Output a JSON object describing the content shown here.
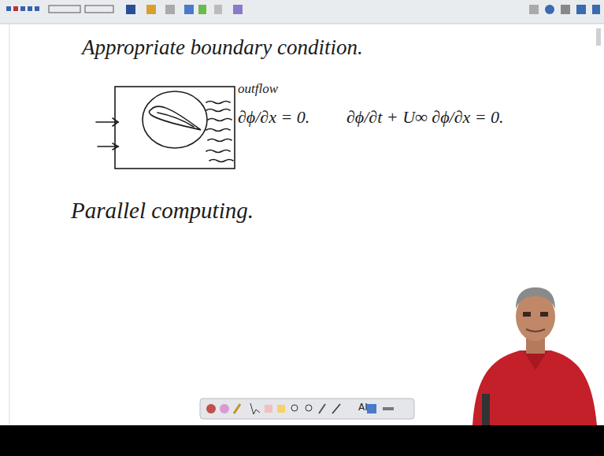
{
  "diagram": {
    "title": "Appropriate boundary condition.",
    "labels": [
      "outflow",
      "∂ϕ/∂x = 0.",
      "∂ϕ/∂t + U∞ ∂ϕ/∂x = 0.",
      "Parallel computing.",
      "AI"
    ]
  }
}
